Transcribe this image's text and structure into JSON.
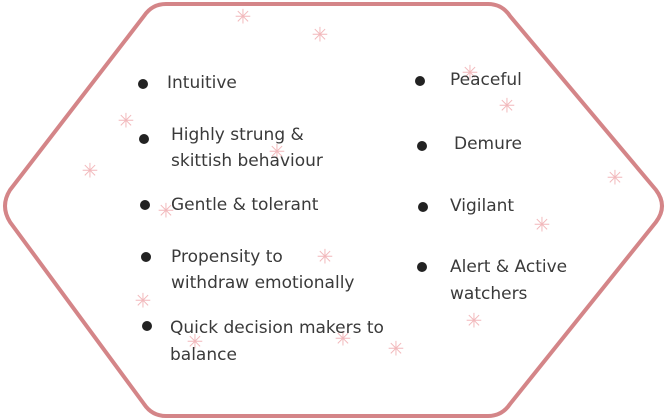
{
  "colors": {
    "outline": "#d48588",
    "sparkle": "#f2b9bc",
    "bullet": "#222222",
    "text": "#3a3a3a"
  },
  "icons": {
    "sparkle": "asterisk-sparkle-icon",
    "bullet": "filled-circle-bullet"
  },
  "left_traits": [
    {
      "lines": [
        "Intuitive"
      ]
    },
    {
      "lines": [
        "Highly strung &",
        "skittish behaviour"
      ]
    },
    {
      "lines": [
        "Gentle & tolerant"
      ]
    },
    {
      "lines": [
        "Propensity to",
        "withdraw emotionally"
      ]
    },
    {
      "lines": [
        "Quick decision makers to",
        "balance"
      ]
    }
  ],
  "right_traits": [
    {
      "lines": [
        "Peaceful"
      ]
    },
    {
      "lines": [
        "Demure"
      ]
    },
    {
      "lines": [
        "Vigilant"
      ]
    },
    {
      "lines": [
        "Alert & Active",
        "watchers"
      ]
    }
  ]
}
